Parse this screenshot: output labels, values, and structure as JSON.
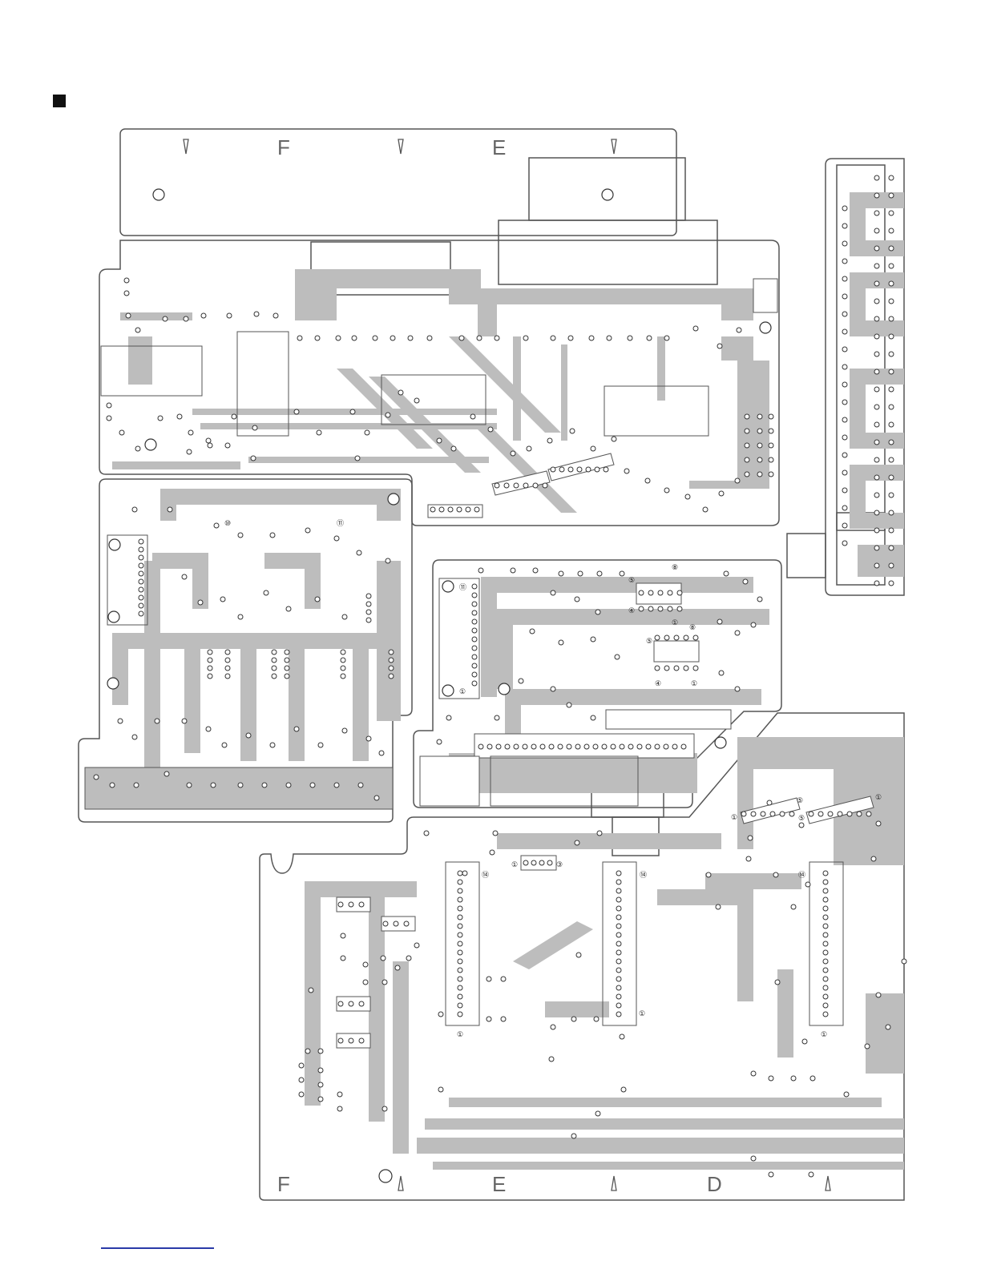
{
  "page": {
    "title": "",
    "diagram_type": "pcb-pattern"
  },
  "colors": {
    "trace": "#bdbdbd",
    "outline": "#555555",
    "pad": "#ffffff",
    "pad_stroke": "#333333",
    "bullet": "#111111",
    "link": "#2a3aa8"
  },
  "grid_labels": {
    "top": [
      "F",
      "E"
    ],
    "bottom": [
      "F",
      "E",
      "D"
    ]
  },
  "pin_markers": {
    "ic_left_top": "⑪",
    "ic_left_bottom": "①",
    "ic_upper_right_a": "⑧",
    "ic_upper_right_b": "⑤",
    "ic_upper_right_c": "④",
    "ic_upper_right_d": "①",
    "ic_mid_right_a": "⑧",
    "ic_mid_right_b": "⑤",
    "ic_mid_right_c": "④",
    "ic_mid_right_d": "①",
    "conn_a_start": "①",
    "conn_a_end": "⑤",
    "conn_b_start": "⑤",
    "conn_b_end": "①",
    "reg_start": "①",
    "reg_end": "③",
    "ic1_top": "⑭",
    "ic1_bottom": "①",
    "ic2_top": "⑭",
    "ic2_bottom": "①",
    "ic3_top": "⑭",
    "ic3_bottom": "①",
    "tr_a": "⑩",
    "tr_b": "⑪"
  }
}
